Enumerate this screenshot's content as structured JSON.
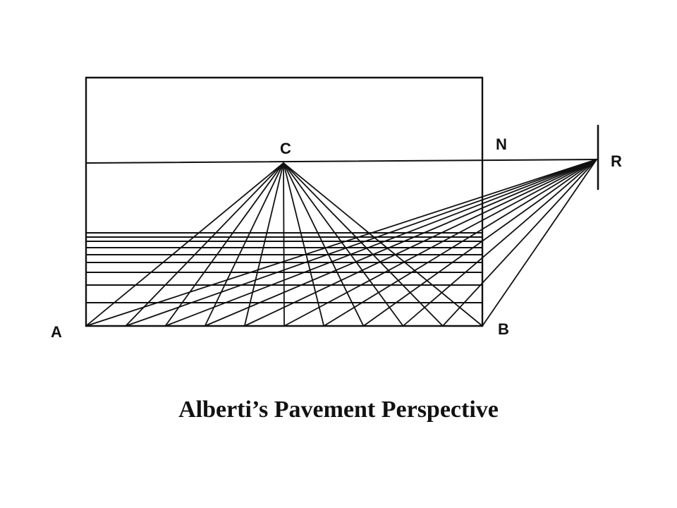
{
  "diagram": {
    "labels": {
      "a": "A",
      "b": "B",
      "c": "C",
      "n": "N",
      "r": "R"
    },
    "line_color": "#111111",
    "ray_count_from_c": 11,
    "ray_count_from_r": 11,
    "transversal_count": 9
  },
  "caption": "Alberti’s Pavement Perspective"
}
